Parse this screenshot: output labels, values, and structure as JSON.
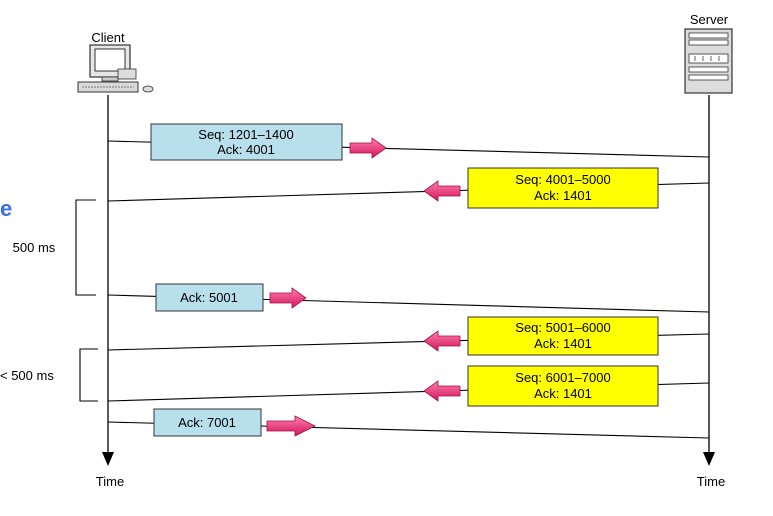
{
  "endpoints": {
    "client": "Client",
    "server": "Server"
  },
  "time_label": "Time",
  "segments": [
    {
      "direction": "client-to-server",
      "lines": [
        "Seq: 1201–1400",
        "Ack: 4001"
      ],
      "color": "#b7e0ec"
    },
    {
      "direction": "server-to-client",
      "lines": [
        "Seq: 4001–5000",
        "Ack: 1401"
      ],
      "color": "#ffff00"
    },
    {
      "direction": "client-to-server",
      "lines": [
        "Ack: 5001"
      ],
      "color": "#b7e0ec"
    },
    {
      "direction": "server-to-client",
      "lines": [
        "Seq: 5001–6000",
        "Ack: 1401"
      ],
      "color": "#ffff00"
    },
    {
      "direction": "server-to-client",
      "lines": [
        "Seq: 6001–7000",
        "Ack: 1401"
      ],
      "color": "#ffff00"
    },
    {
      "direction": "client-to-server",
      "lines": [
        "Ack: 7001"
      ],
      "color": "#b7e0ec"
    }
  ],
  "intervals": [
    {
      "label": "500 ms"
    },
    {
      "label": "< 500 ms"
    }
  ],
  "colors": {
    "client_segment": "#b7e0ec",
    "server_segment": "#ffff00",
    "arrow": "#e8317a",
    "line": "#000000",
    "partial_glyph": "#3c6ee6"
  }
}
